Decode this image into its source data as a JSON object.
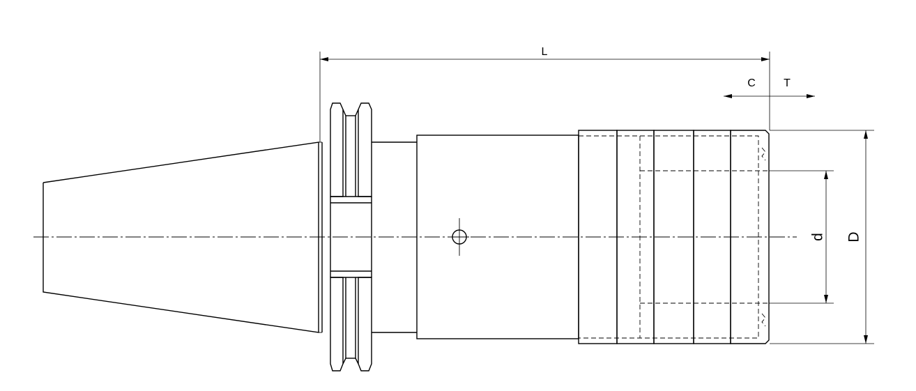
{
  "dimensions": {
    "L": "L",
    "C": "C",
    "T": "T",
    "d": "d",
    "D": "D"
  }
}
